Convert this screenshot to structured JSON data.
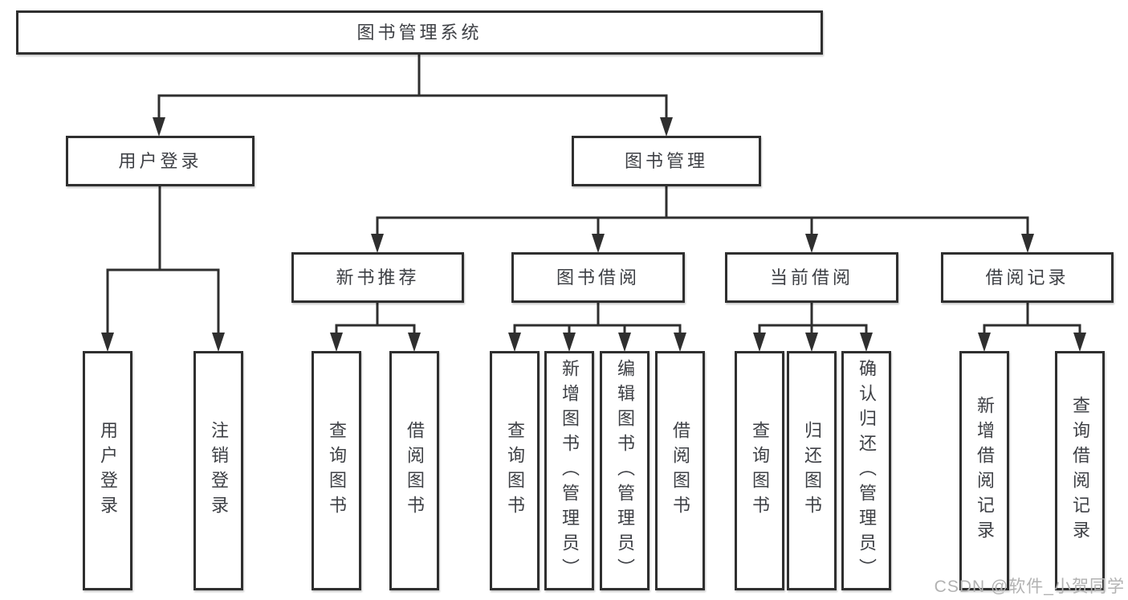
{
  "diagram": {
    "root": {
      "label": "图书管理系统"
    },
    "branches": [
      {
        "label": "用户登录",
        "children": [
          {
            "label": "用户登录"
          },
          {
            "label": "注销登录"
          }
        ]
      },
      {
        "label": "图书管理",
        "children": [
          {
            "label": "新书推荐",
            "children": [
              {
                "label": "查询图书"
              },
              {
                "label": "借阅图书"
              }
            ]
          },
          {
            "label": "图书借阅",
            "children": [
              {
                "label": "查询图书"
              },
              {
                "label": "新增图书（管理员）"
              },
              {
                "label": "编辑图书（管理员）"
              },
              {
                "label": "借阅图书"
              }
            ]
          },
          {
            "label": "当前借阅",
            "children": [
              {
                "label": "查询图书"
              },
              {
                "label": "归还图书"
              },
              {
                "label": "确认归还（管理员）"
              }
            ]
          },
          {
            "label": "借阅记录",
            "children": [
              {
                "label": "新增借阅记录"
              },
              {
                "label": "查询借阅记录"
              }
            ]
          }
        ]
      }
    ]
  },
  "watermark": {
    "text": "CSDN @软件_小贺同学"
  },
  "colors": {
    "box_border": "#2f2f2f",
    "connector_line": "#2f2f2f",
    "text": "#3e4045",
    "watermark": "#b2b2b2",
    "background": "#ffffff"
  }
}
